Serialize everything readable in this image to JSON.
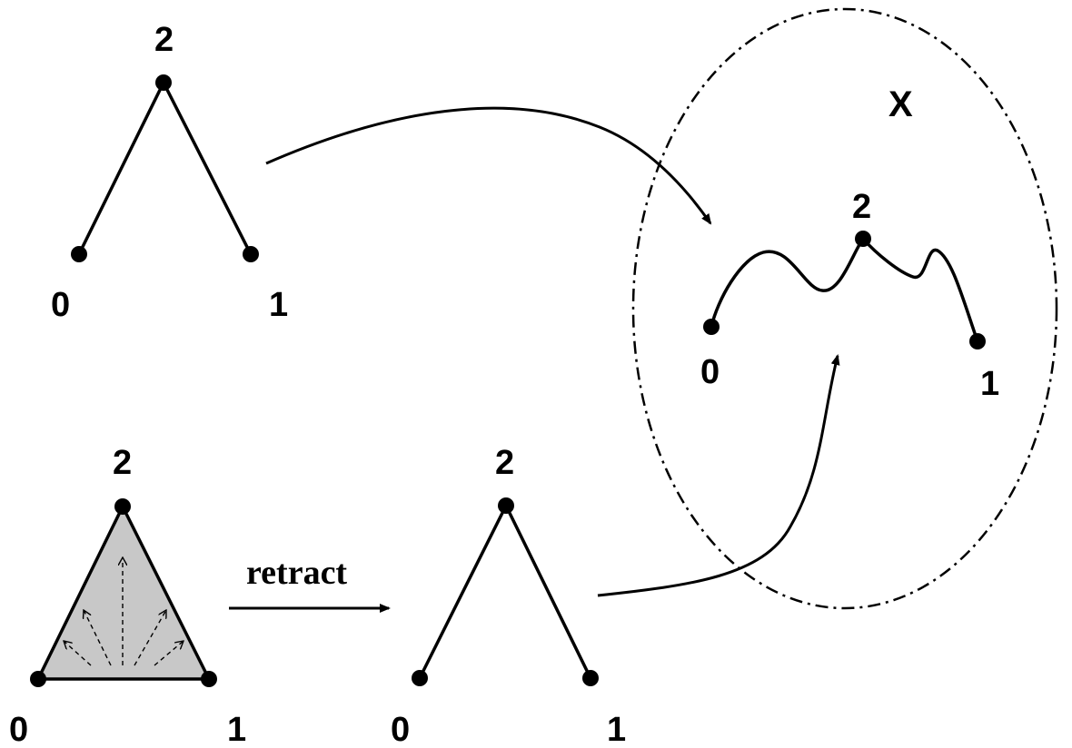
{
  "top_left_graph": {
    "labels": [
      "0",
      "1",
      "2"
    ]
  },
  "space": {
    "label": "X",
    "labels": [
      "0",
      "1",
      "2"
    ]
  },
  "bottom_left_triangle": {
    "labels": [
      "0",
      "1",
      "2"
    ],
    "fill_color": "#c8c8c8"
  },
  "retract_arrow": {
    "label": "retract"
  },
  "bottom_middle_graph": {
    "labels": [
      "0",
      "1",
      "2"
    ]
  }
}
